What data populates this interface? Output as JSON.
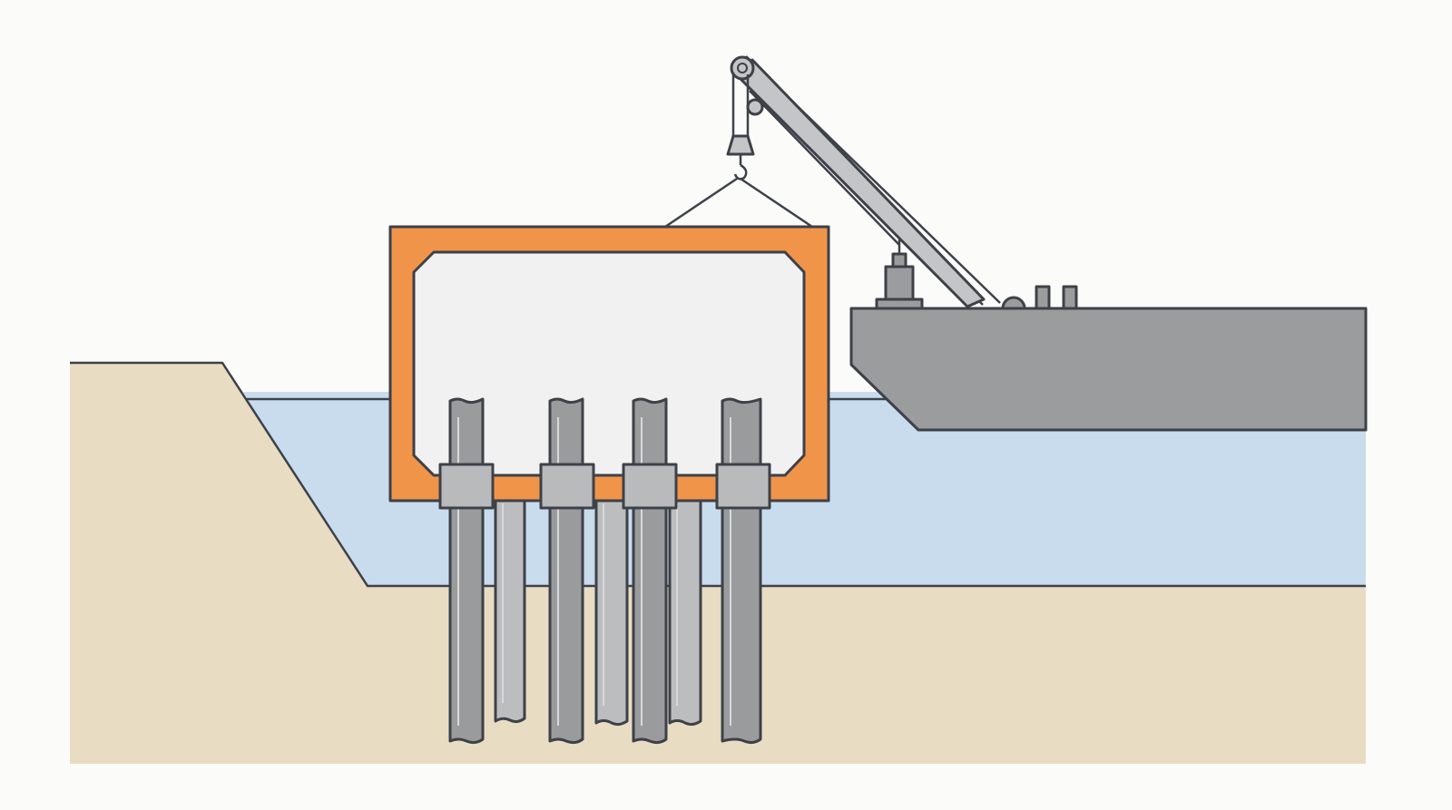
{
  "diagram": {
    "kind": "pile-frame installation from crane barge",
    "labels": [],
    "colors": {
      "background": "#fbfbfa",
      "soil": "#e8dcc3",
      "water": "#c9dcee",
      "frame": "#f0944a",
      "frame_inner": "#f1f1f1",
      "barge": "#9b9c9e",
      "pile_dark": "#9a9b9d",
      "pile_light": "#bcbdbf",
      "outline": "#3d4148"
    },
    "elements": {
      "front_piles": 4,
      "rear_piles": 3,
      "pile_guides": 4,
      "crane_boom": 1,
      "barge_bollards": 2
    }
  }
}
